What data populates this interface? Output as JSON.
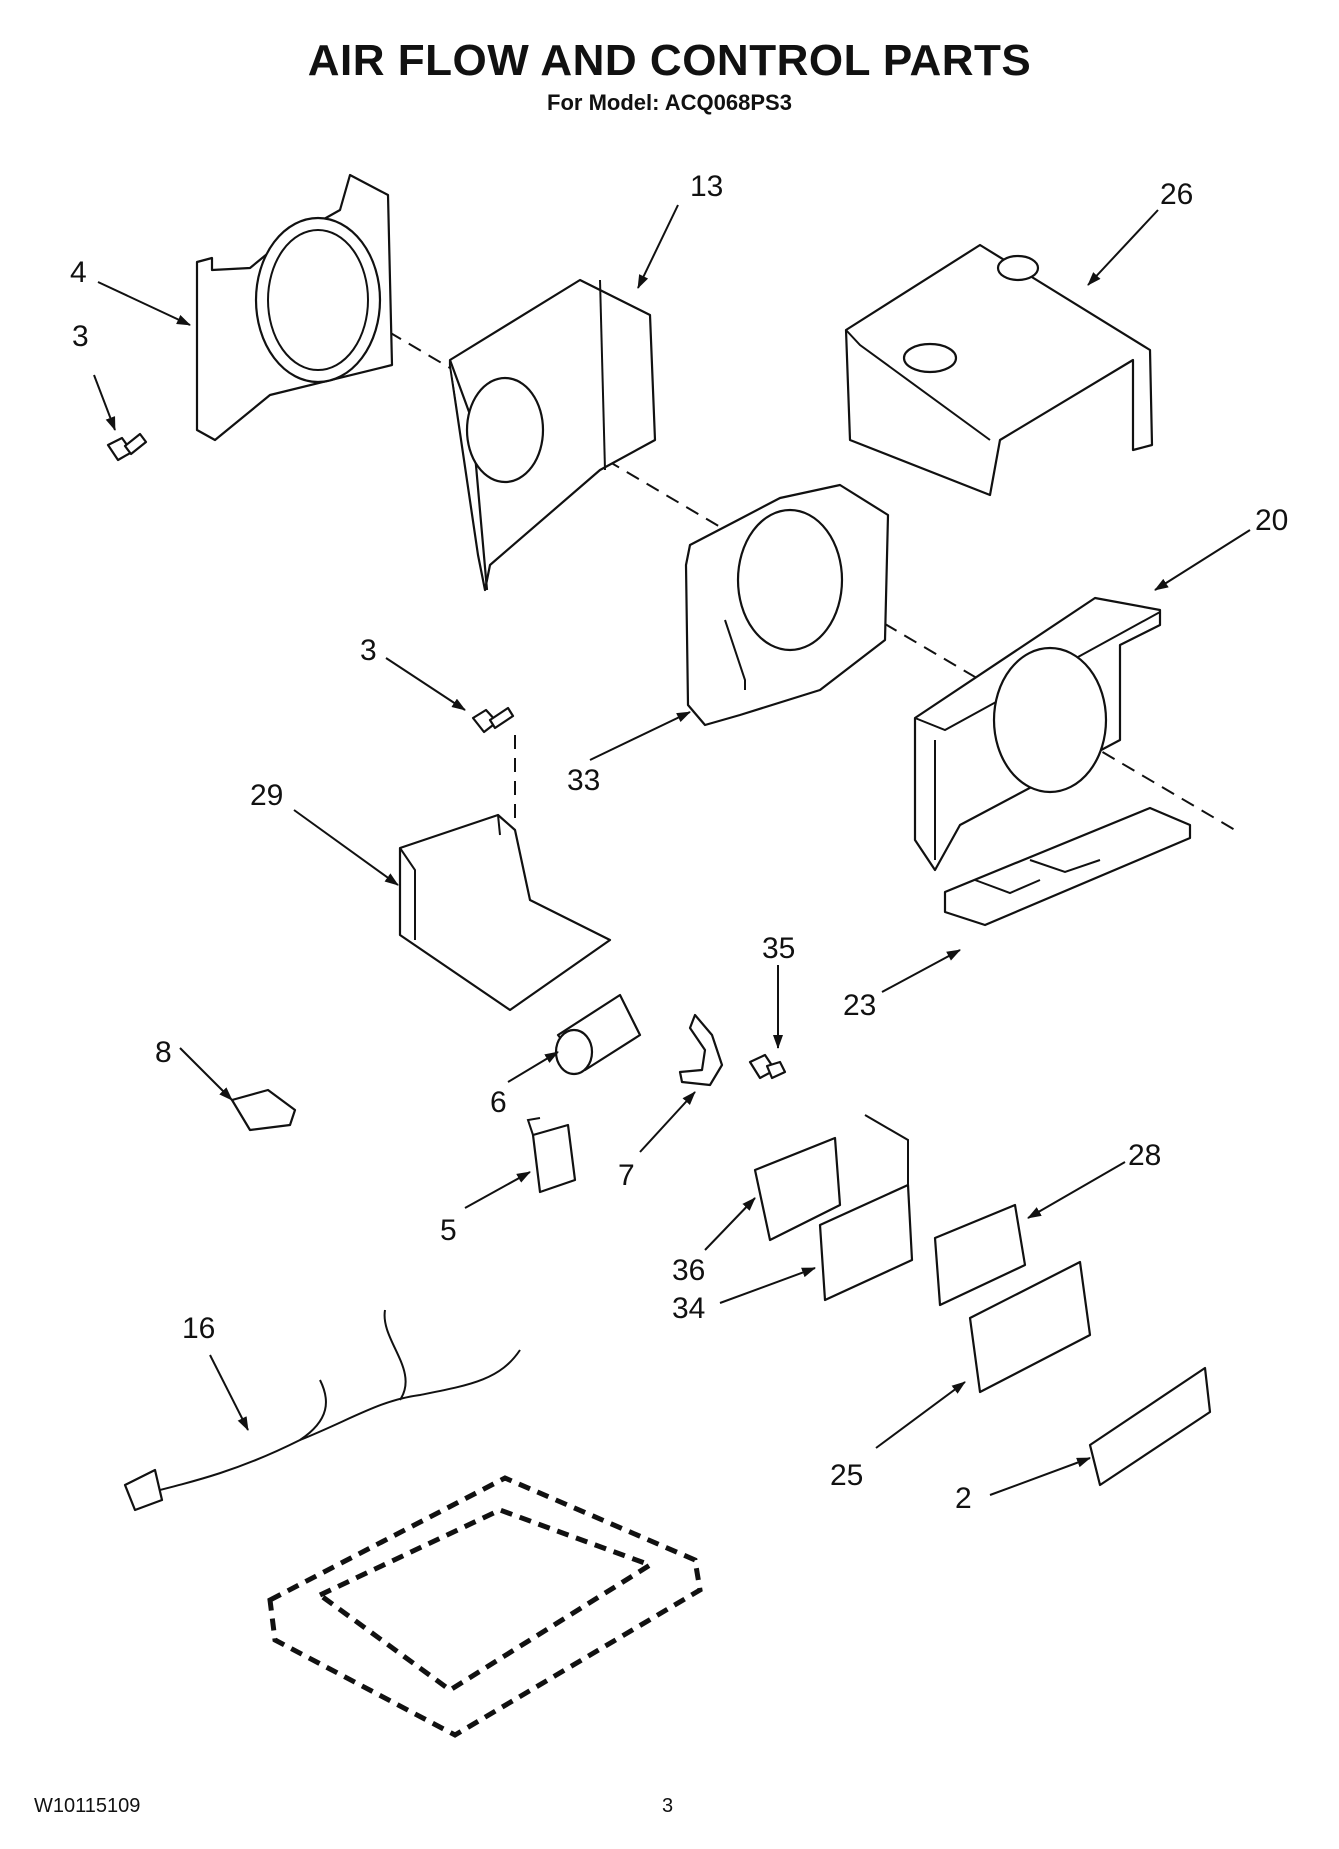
{
  "header": {
    "title": "AIR FLOW AND CONTROL PARTS",
    "subtitle": "For Model: ACQ068PS3"
  },
  "footer": {
    "doc_number": "W10115109",
    "page_number": "3"
  },
  "callouts": [
    "4",
    "3",
    "13",
    "26",
    "20",
    "3",
    "33",
    "29",
    "35",
    "23",
    "8",
    "6",
    "7",
    "5",
    "28",
    "36",
    "34",
    "16",
    "25",
    "2"
  ]
}
